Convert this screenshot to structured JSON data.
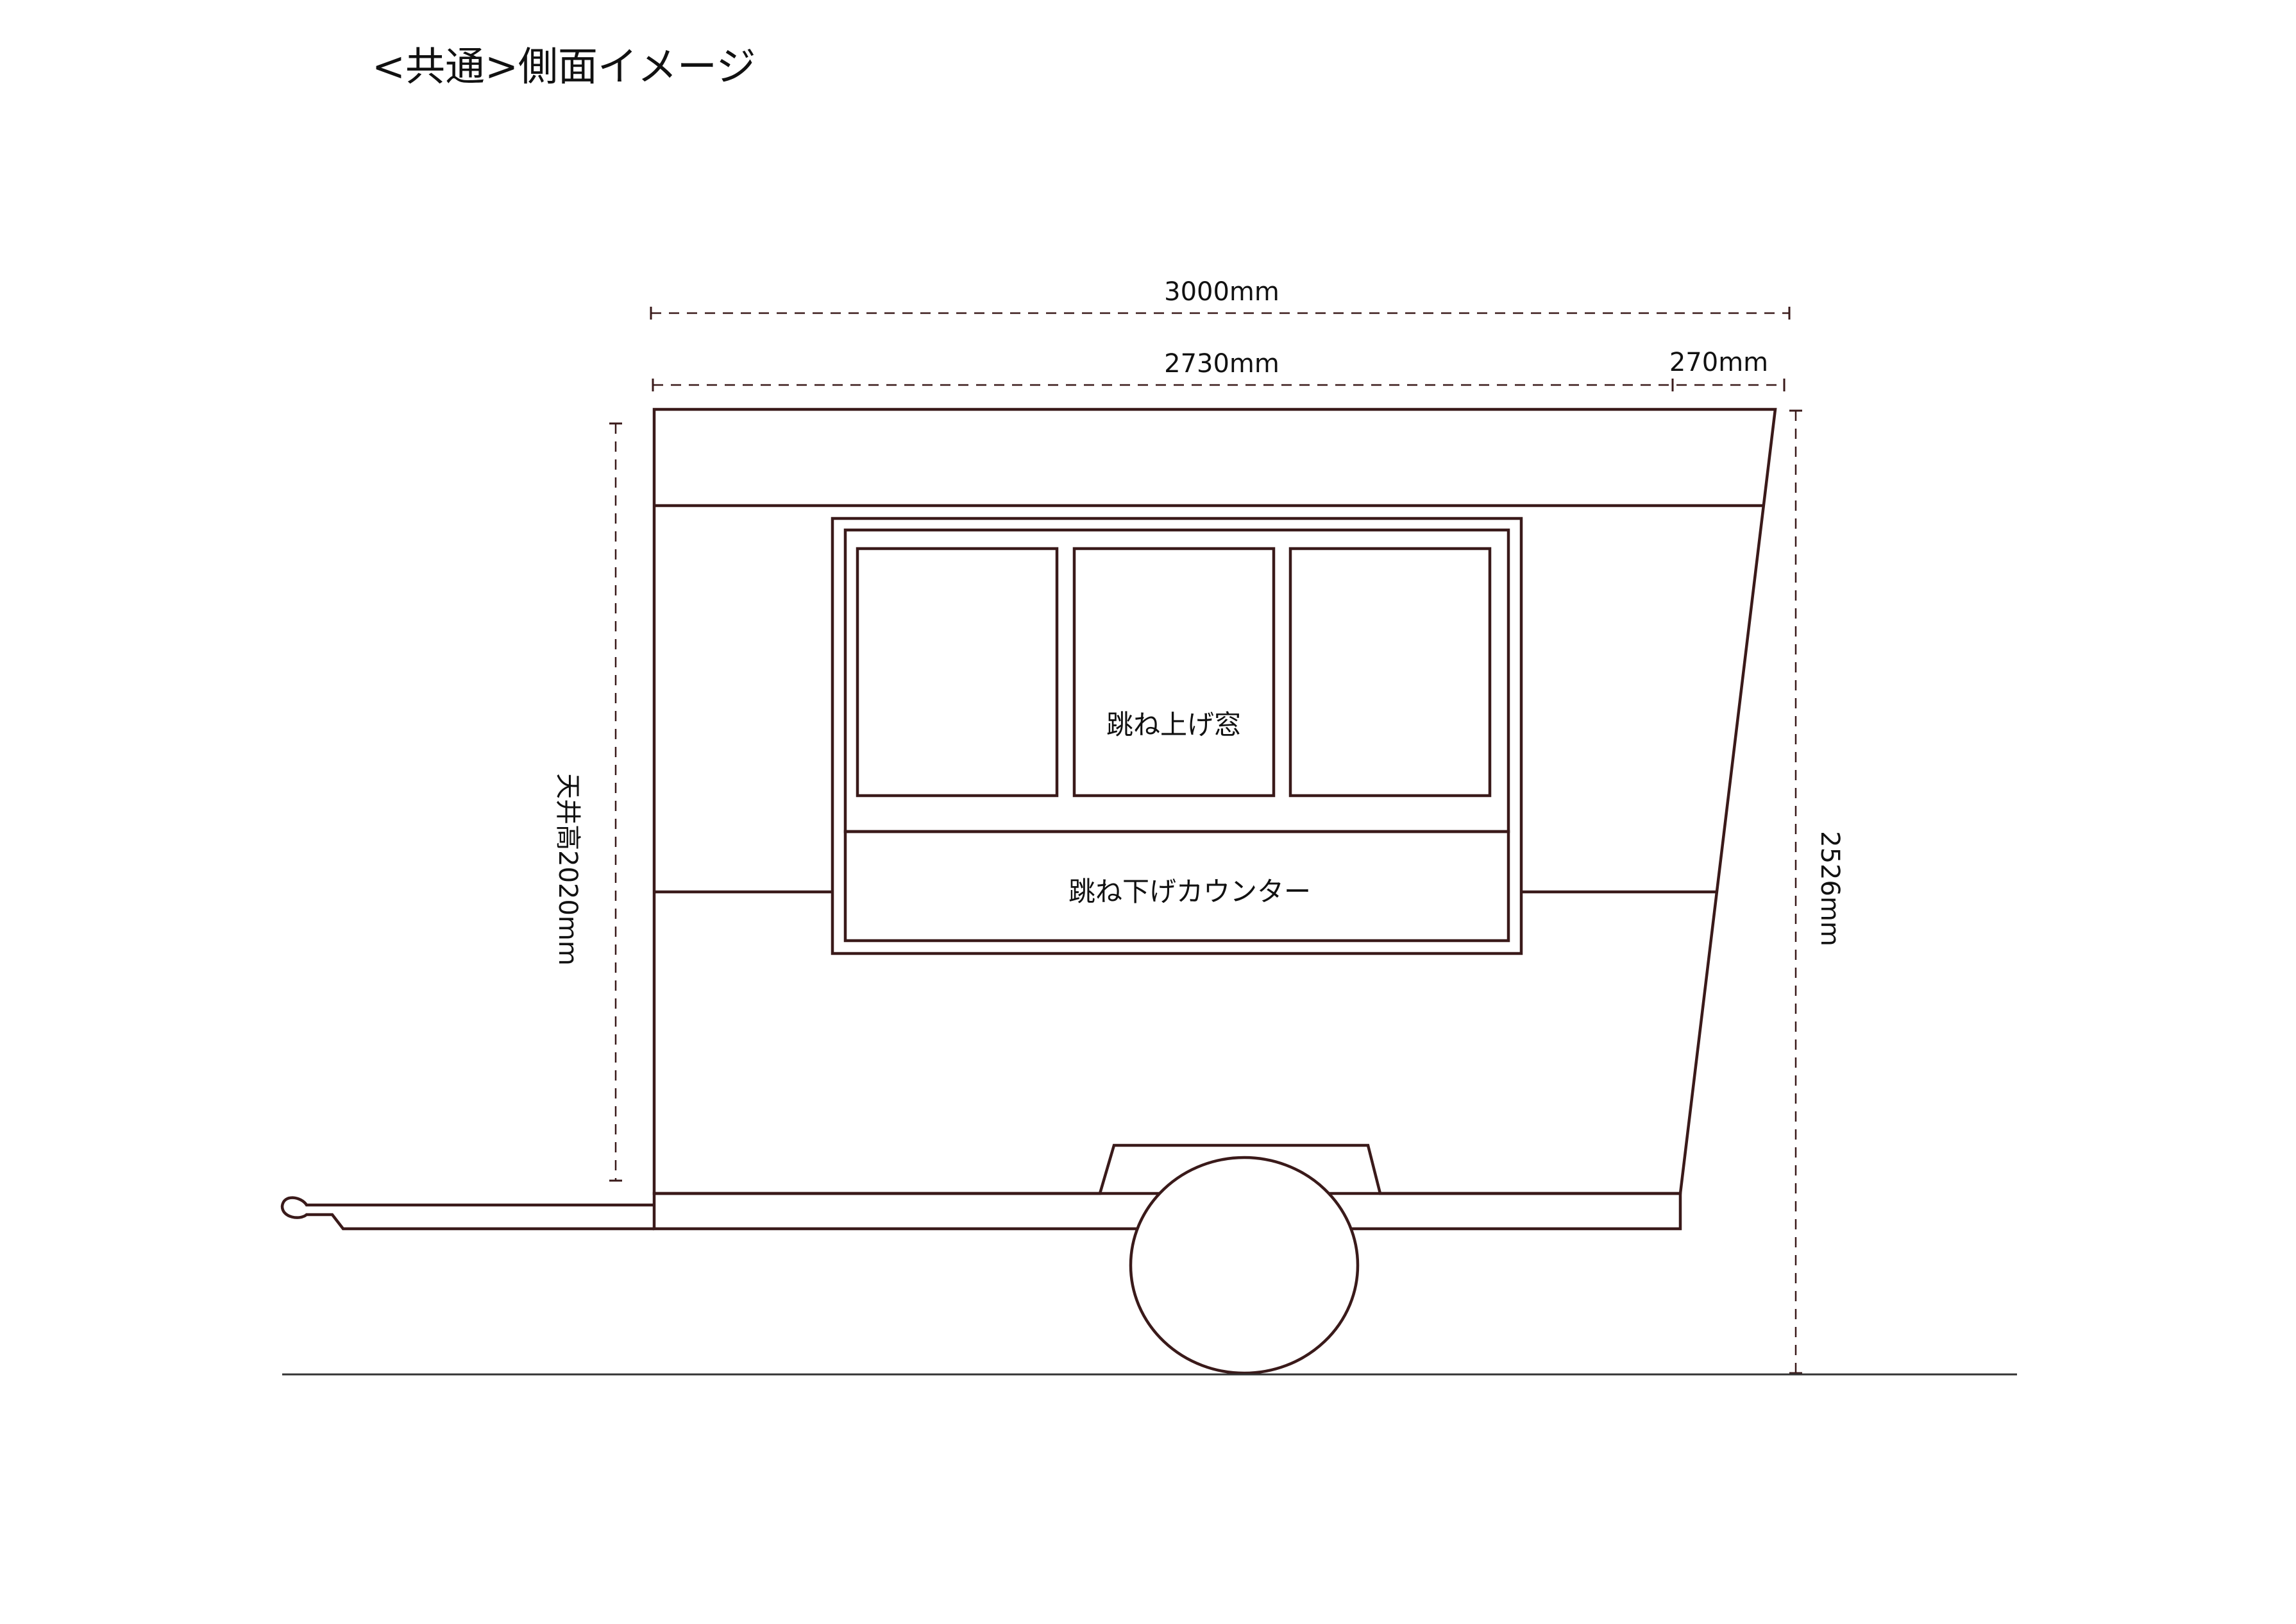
{
  "title": "<共通>側面イメージ",
  "dimensions": {
    "total_length": "3000mm",
    "body_length": "2730mm",
    "front_overhang": "270mm",
    "ceiling_height": "天井高2020mm",
    "total_height": "2526mm"
  },
  "labels": {
    "window": "跳ね上げ窓",
    "counter": "跳ね下げカウンター"
  },
  "colors": {
    "line": "#3a1a1a",
    "text": "#111111",
    "ground": "#333333"
  }
}
